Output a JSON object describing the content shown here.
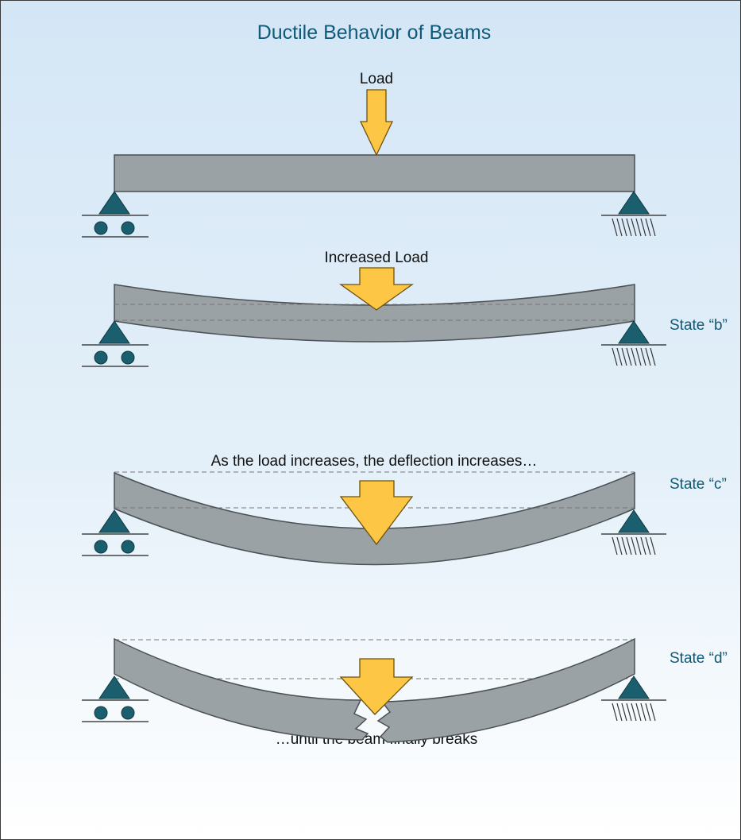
{
  "title": "Ductile Behavior of Beams",
  "panels": [
    {
      "label": "Load",
      "state": ""
    },
    {
      "label": "Increased Load",
      "state": "State “b”"
    },
    {
      "label": "As the load increases, the deflection increases…",
      "state": "State “c”"
    },
    {
      "label": "…until the beam finally breaks",
      "state": "State “d”"
    }
  ],
  "colors": {
    "beam": "#9aa2a6",
    "arrow": "#fdc644",
    "support": "#1b5e6e",
    "title": "#0f5a78"
  }
}
